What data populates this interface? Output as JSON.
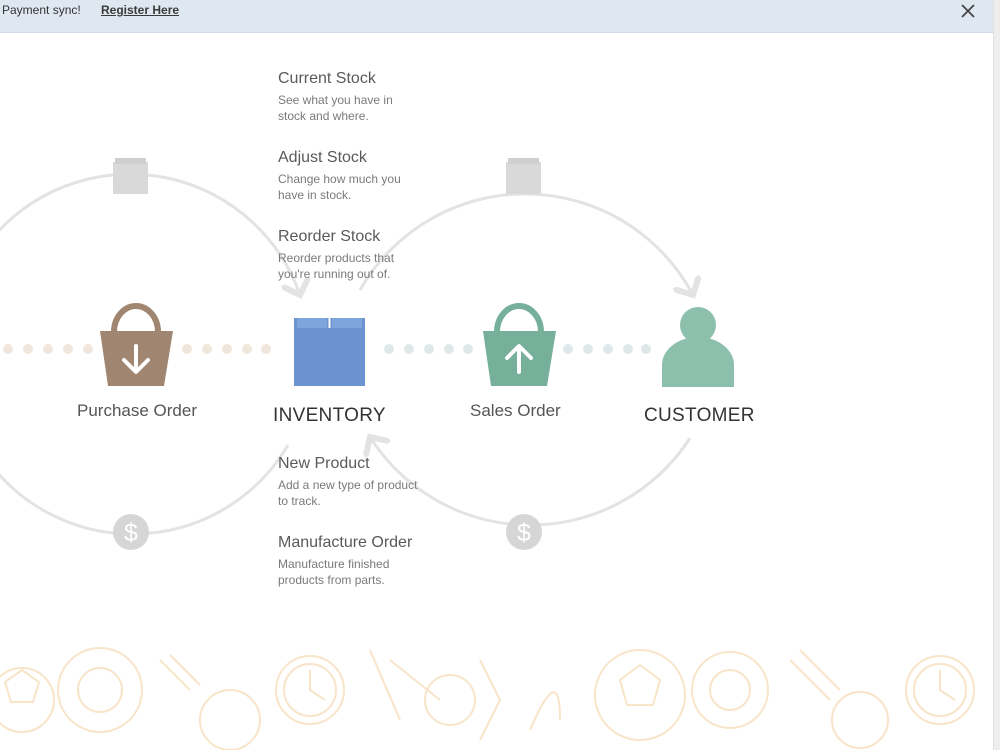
{
  "banner": {
    "message": "Payment sync!",
    "link_label": "Register Here"
  },
  "nodes": {
    "purchase_order": "Purchase Order",
    "inventory": "INVENTORY",
    "sales_order": "Sales Order",
    "customer": "CUSTOMER"
  },
  "actions_top": [
    {
      "title": "Current Stock",
      "desc": "See what you have in stock and where."
    },
    {
      "title": "Adjust Stock",
      "desc": "Change how much you have in stock."
    },
    {
      "title": "Reorder Stock",
      "desc": "Reorder products that you're running out of."
    }
  ],
  "actions_bottom": [
    {
      "title": "New Product",
      "desc": "Add a new type of product to track."
    },
    {
      "title": "Manufacture Order",
      "desc": "Manufacture finished products from parts."
    }
  ],
  "colors": {
    "banner_bg": "#dfe8f1",
    "purchase_bag": "#a08670",
    "inventory_box": "#6a93cf",
    "sales_bag": "#76b09b",
    "customer": "#8cc0ad",
    "cycle_line": "#e3e3e3",
    "dots_left": "#f1e6db",
    "dots_right": "#dfe8e8",
    "decor": "#f8e2c3"
  },
  "icons": [
    "close-icon",
    "box-icon",
    "dollar-icon",
    "arrow-down-icon",
    "arrow-up-icon",
    "person-icon",
    "shopping-bag-icon"
  ]
}
